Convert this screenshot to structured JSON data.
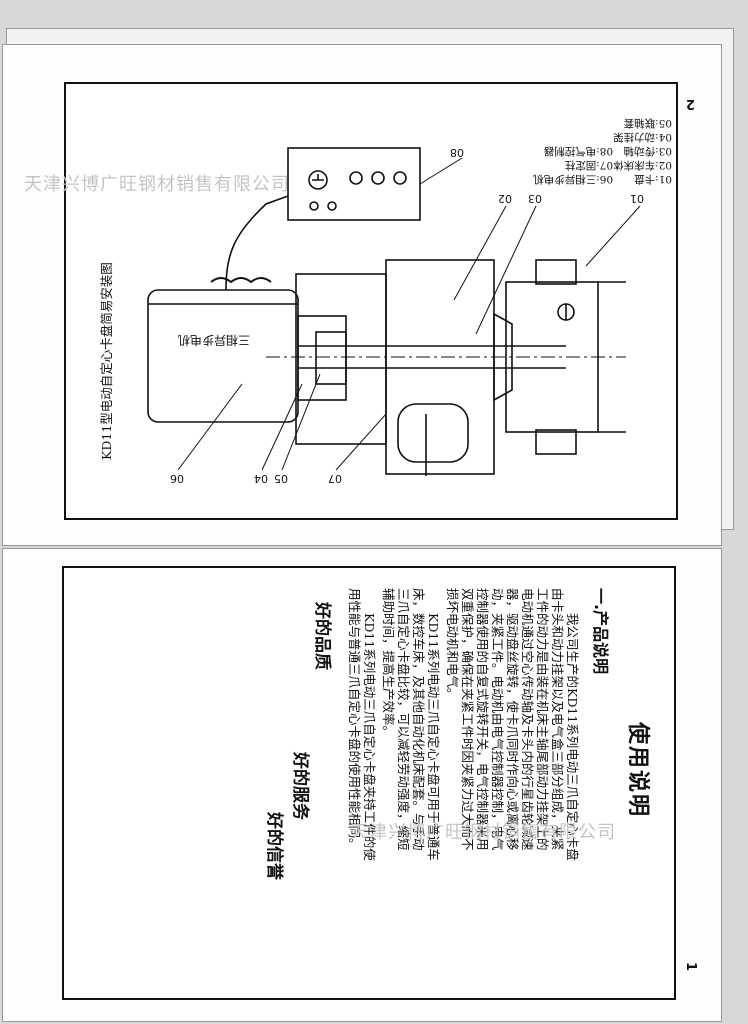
{
  "watermarks": {
    "top_left": "天津兴博广旺钢材销售有限公司",
    "bottom_right": "天津兴博广旺钢材销售有限公司"
  },
  "page_top": {
    "page_number": "2",
    "drawing_title": "KD11型电动自定心卡盘简易安装图",
    "legend": [
      "01:卡盘",
      "02:车床床体",
      "03:传动轴",
      "04:动力挂架",
      "05:联轴套",
      "06:三相异步电机",
      "07:固定柱",
      "08:电气控制器"
    ],
    "callouts": [
      "01",
      "02",
      "03",
      "04",
      "05",
      "06",
      "07",
      "08"
    ],
    "motor_label": "三相异步电机"
  },
  "page_bottom": {
    "page_number": "1",
    "title": "使用说明",
    "section_heading": "一.产品说明",
    "paragraph_1": [
      "我公司生产的KD11系列电动三爪自定心卡盘",
      "由卡头和动力挂架以及电气盒三部分组成，夹紧",
      "工件的动力是由装在机床主轴尾部动力挂架上的",
      "电动机通过空心传动轴及卡头内的行星齿轮减速",
      "器，驱动盘丝旋转，使卡爪同时作向心或离心移",
      "动，夹紧工件。电动机由电气控制器控制，电气",
      "控制器使用的自复式旋转开关，电气控制器采用",
      "双重保护，确保在夹紧工件时因夹紧力过大而不",
      "损坏电动机和电气。"
    ],
    "paragraph_2": [
      "KD11系列电动三爪自定心卡盘可用于普通车",
      "床，数控车床，及其他自动化机床配套。与手动",
      "三爪自定心卡盘比较，可以减轻劳动强度，缩短",
      "辅助时间，提高生产效率。"
    ],
    "paragraph_3": [
      "KD11系列电动三爪自定心卡盘夹持工件的使",
      "用性能与普通三爪自定心卡盘的使用性能相同。"
    ],
    "slogans": [
      "好的品质",
      "好的服务",
      "好的信誉"
    ]
  }
}
